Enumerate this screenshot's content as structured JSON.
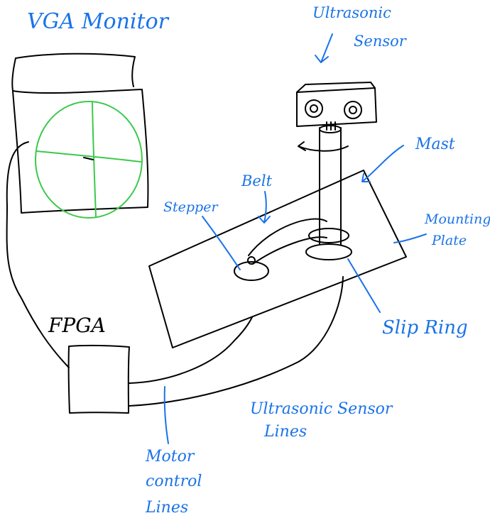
{
  "labels": {
    "vga_monitor": "VGA Monitor",
    "ultrasonic_sensor_line1": "Ultrasonic",
    "ultrasonic_sensor_line2": "Sensor",
    "mast": "Mast",
    "belt": "Belt",
    "stepper": "Stepper",
    "mounting_plate_line1": "Mounting",
    "mounting_plate_line2": "Plate",
    "slip_ring": "Slip Ring",
    "fpga": "FPGA",
    "sensor_lines_line1": "Ultrasonic Sensor",
    "sensor_lines_line2": "Lines",
    "motor_lines_line1": "Motor",
    "motor_lines_line2": "control",
    "motor_lines_line3": "Lines"
  },
  "colors": {
    "ink": "#000000",
    "label_blue": "#1a73e8",
    "radar_green": "#3cc94a"
  }
}
